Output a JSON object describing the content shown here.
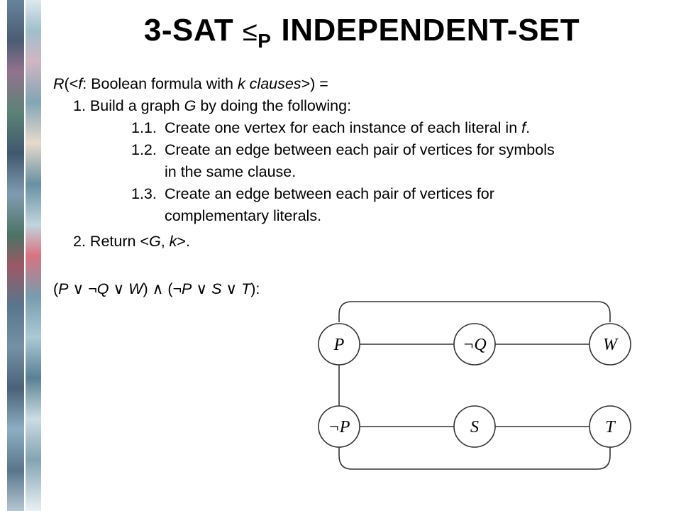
{
  "title": {
    "left": "3-SAT ",
    "le_symbol": "≤",
    "subscript": "P",
    "right": "INDEPENDENT-SET"
  },
  "definition": {
    "r": "R",
    "open": "(<",
    "f_var": "f",
    "desc": ": Boolean formula with ",
    "k_var": "k",
    "clauses": " clauses",
    "close": ">) ="
  },
  "steps": {
    "s1_num": "1.",
    "s1_text_a": "Build a graph ",
    "s1_g": "G",
    "s1_text_b": " by doing the following:",
    "s11_num": "1.1.",
    "s11_text_a": "Create one vertex for each instance of each literal in ",
    "s11_f": "f",
    "s11_text_b": ".",
    "s12_num": "1.2.",
    "s12_line1": "Create an edge between each pair of vertices for symbols",
    "s12_line2": "in the same clause.",
    "s13_num": "1.3.",
    "s13_line1": "Create an edge between each pair of vertices for",
    "s13_line2": "complementary literals.",
    "s2_num": "2.",
    "s2_text_a": "Return <",
    "s2_g": "G",
    "s2_comma": ", ",
    "s2_k": "k",
    "s2_text_b": ">."
  },
  "formula": {
    "c1_open": "(",
    "p": "P",
    "or1": " ∨ ",
    "notq": "¬Q",
    "or2": " ∨ ",
    "w": "W",
    "c1_close": ")",
    "and": " ∧ ",
    "c2_open": "(",
    "notp": "¬P",
    "or3": " ∨ ",
    "s": "S",
    "or4": " ∨ ",
    "t": "T",
    "c2_close": "):"
  },
  "graph": {
    "nodes": [
      {
        "id": "p",
        "label": "P"
      },
      {
        "id": "notq",
        "label": "¬Q"
      },
      {
        "id": "w",
        "label": "W"
      },
      {
        "id": "notp",
        "label": "¬P"
      },
      {
        "id": "s",
        "label": "S"
      },
      {
        "id": "t",
        "label": "T"
      }
    ]
  }
}
